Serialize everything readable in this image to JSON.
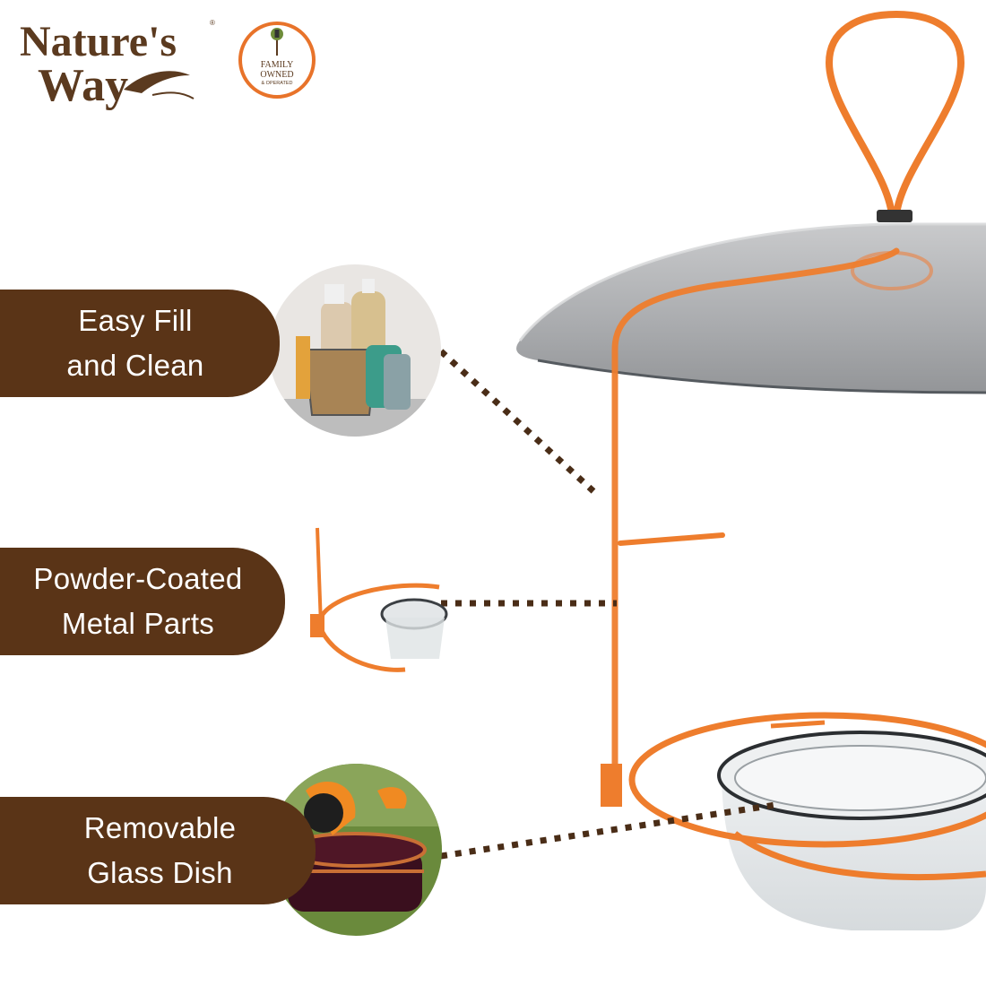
{
  "brand": {
    "logo_text": "Nature's Way",
    "badge_text": [
      "FAMILY",
      "OWNED",
      "& OPERATED"
    ]
  },
  "features": [
    {
      "lines": [
        "Easy Fill",
        "and Clean"
      ]
    },
    {
      "lines": [
        "Powder-Coated",
        "Metal Parts"
      ]
    },
    {
      "lines": [
        "Removable",
        "Glass Dish"
      ]
    }
  ],
  "colors": {
    "label_bg": "#5a3417",
    "brand_brown": "#5b3a1f",
    "wire_orange": "#ee7d2d",
    "badge_ring": "#e8732a",
    "dotted_leader": "#4a2d17"
  },
  "icons": {
    "feature_1": "cleaning-supplies-photo",
    "feature_2": "metal-dish-holder-closeup",
    "feature_3": "oriole-at-jelly-dish-photo"
  }
}
